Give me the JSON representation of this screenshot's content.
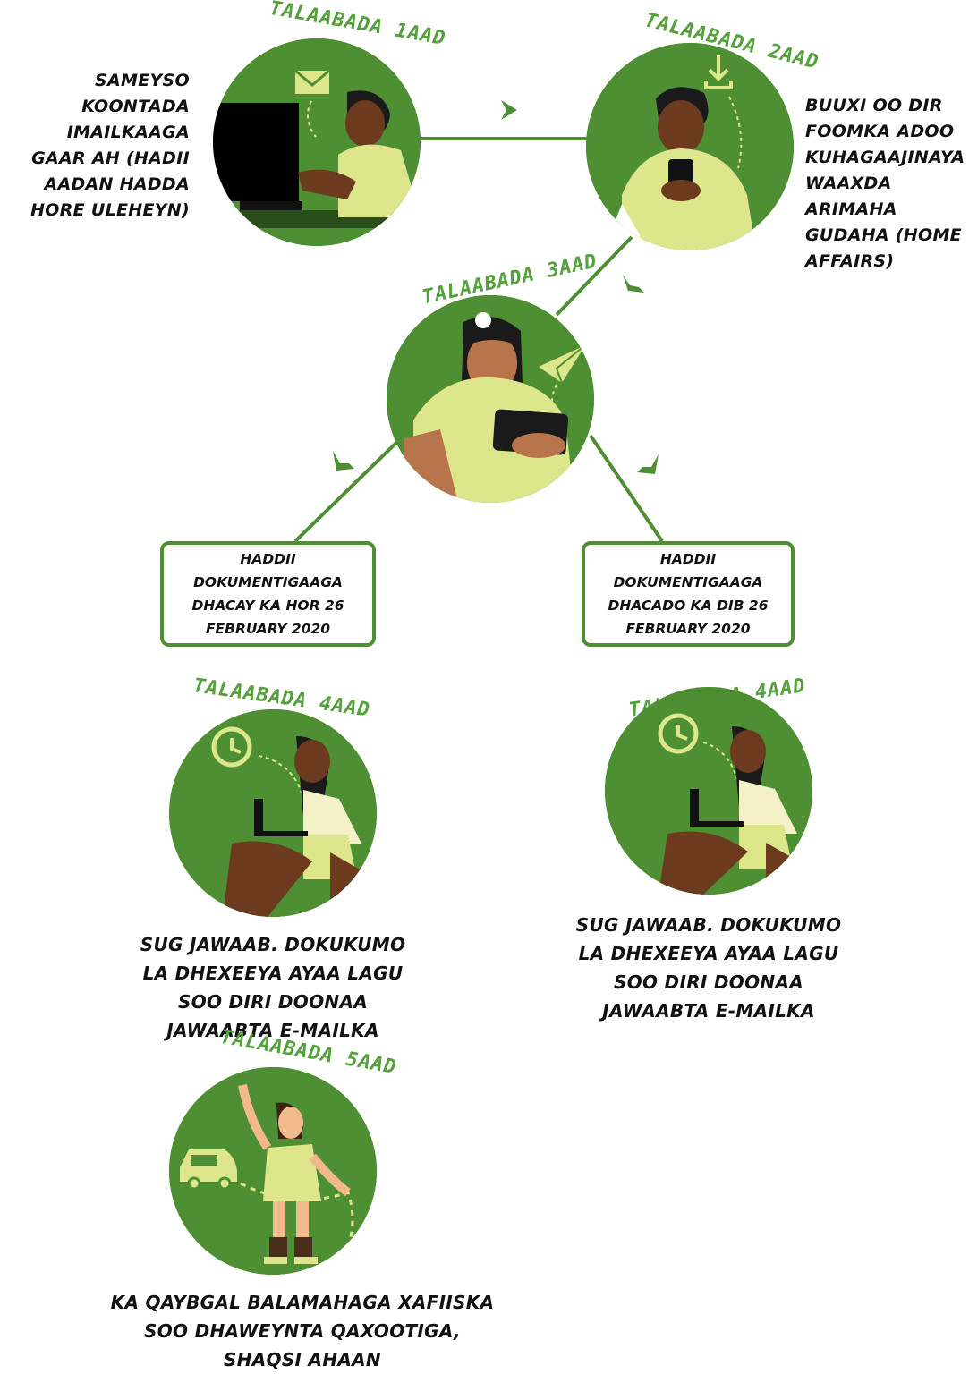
{
  "steps": [
    {
      "title": "TALAABADA 1AAD",
      "description": "SAMEYSO KOONTADA IMAILKAAGA GAAR AH (HADII AADAN HADDA HORE ULEHEYN)"
    },
    {
      "title": "TALAABADA 2AAD",
      "description": "BUUXI OO DIR FOOMKA ADOO KUHAGAAJINAYA WAAXDA ARIMAHA GUDAHA (HOME AFFAIRS)"
    },
    {
      "title": "TALAABADA 3AAD",
      "description": ""
    },
    {
      "title": "TALAABADA 4AAD",
      "description": "SUG JAWAAB. DOKUKUMO LA DHEXEEYA AYAA LAGU SOO DIRI DOONAA JAWAABTA E-MAILKA"
    },
    {
      "title": "TALAABADA 4AAD",
      "description": "SUG JAWAAB. DOKUKUMO LA DHEXEEYA AYAA LAGU SOO DIRI DOONAA JAWAABTA E-MAILKA"
    },
    {
      "title": "TALAABADA 5AAD",
      "description": "KA QAYBGAL BALAMAHAGA XAFIISKA SOO DHAWEYNTA QAXOOTIGA, SHAQSI AHAAN"
    }
  ],
  "branches": {
    "left": "HADDII DOKUMENTIGAAGA DHACAY KA HOR 26 FEBRUARY 2020",
    "right": "HADDII DOKUMENTIGAAGA DHACADO KA DIB 26 FEBRUARY 2020"
  },
  "colors": {
    "primary_green": "#4e8f33",
    "title_green": "#55a13b",
    "light_yellow": "#dde68a",
    "skin_dark": "#6b3a1f",
    "skin_medium": "#b8744a"
  },
  "icons": [
    "mail-icon",
    "download-icon",
    "paper-plane-icon",
    "clock-icon",
    "van-icon"
  ]
}
